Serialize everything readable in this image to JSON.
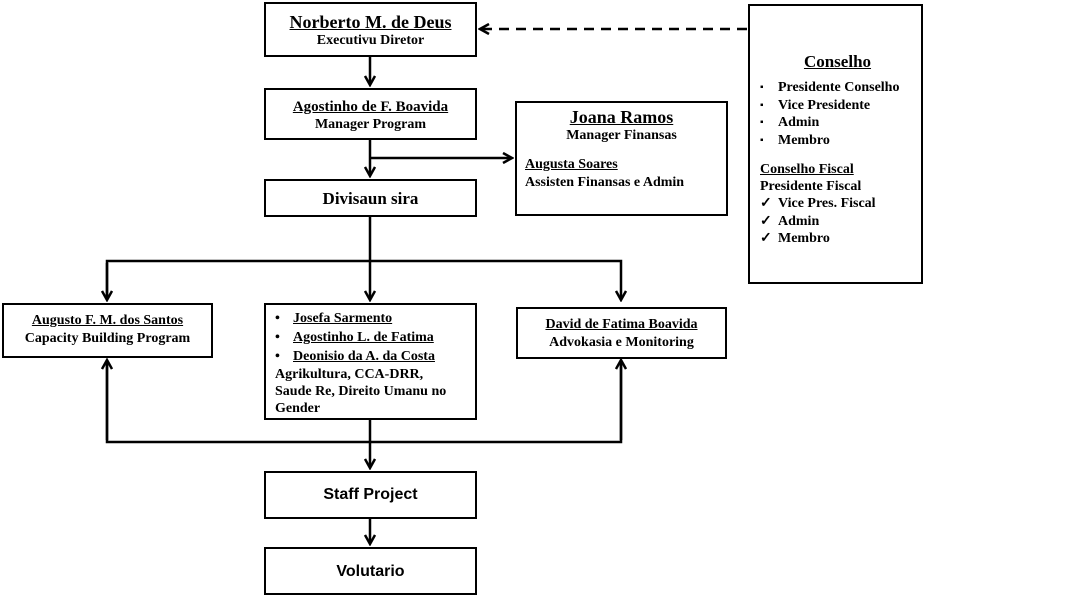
{
  "colors": {
    "line": "#000000",
    "background": "#ffffff"
  },
  "director": {
    "name": "Norberto M. de Deus",
    "role": "Executivu Diretor"
  },
  "program_manager": {
    "name": "Agostinho de F. Boavida",
    "role": "Manager Program"
  },
  "finance": {
    "name": "Joana Ramos",
    "role": "Manager Finansas",
    "assistant_name": "Augusta Soares",
    "assistant_role": "Assisten Finansas e Admin"
  },
  "division": {
    "label": "Divisaun sira"
  },
  "capacity": {
    "name": "Augusto F. M. dos Santos",
    "role": "Capacity Building Program"
  },
  "programs": {
    "people": [
      "Josefa Sarmento",
      "Agostinho L. de Fatima",
      "Deonisio da A. da Costa"
    ],
    "bullet": "•",
    "description": "Agrikultura, CCA-DRR, Saude Re, Direito Umanu no Gender"
  },
  "advocacy": {
    "name": "David de Fatima  Boavida",
    "role": "Advokasia e Monitoring"
  },
  "staff": {
    "label": "Staff Project"
  },
  "volunteers": {
    "label": "Volutario"
  },
  "council": {
    "title": "Conselho",
    "square_marker": "▪",
    "members": [
      "Presidente Conselho",
      "Vice Presidente",
      "Admin",
      "Membro"
    ],
    "fiscal_title": "Conselho Fiscal",
    "fiscal_head": "Presidente Fiscal",
    "check_marker": "✓",
    "fiscal_members": [
      "Vice Pres. Fiscal",
      "Admin",
      "Membro"
    ]
  }
}
